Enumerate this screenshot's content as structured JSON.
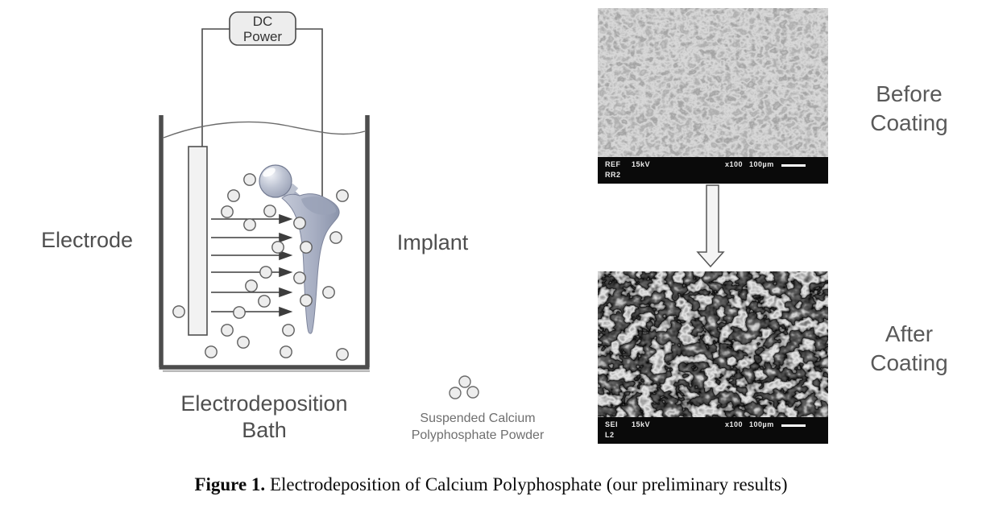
{
  "figure": {
    "caption_prefix": "Figure 1.",
    "caption_text": " Electrodeposition of Calcium Polyphosphate (our preliminary results)"
  },
  "diagram": {
    "power_supply": {
      "line1": "DC",
      "line2": "Power"
    },
    "electrode_label": "Electrode",
    "implant_label": "Implant",
    "bath_label": {
      "line1": "Electrodeposition",
      "line2": "Bath"
    },
    "powder_label": {
      "line1": "Suspended Calcium",
      "line2": "Polyphosphate Powder"
    }
  },
  "micrographs": {
    "before": {
      "label_line1": "Before",
      "label_line2": "Coating",
      "detector": "REF",
      "voltage": "15kV",
      "stage_id": "RR2",
      "magnification": "x100",
      "scale_bar": "100µm"
    },
    "after": {
      "label_line1": "After",
      "label_line2": "Coating",
      "detector": "SEI",
      "voltage": "15kV",
      "stage_id": "L2",
      "magnification": "x100",
      "scale_bar": "100µm"
    }
  },
  "colors": {
    "wire": "#4a4a4a",
    "bath_wall": "#4d4d4d",
    "diagram_text": "#4f4f4f",
    "side_label_text": "#595959",
    "implant_body": "#a8afc3"
  }
}
